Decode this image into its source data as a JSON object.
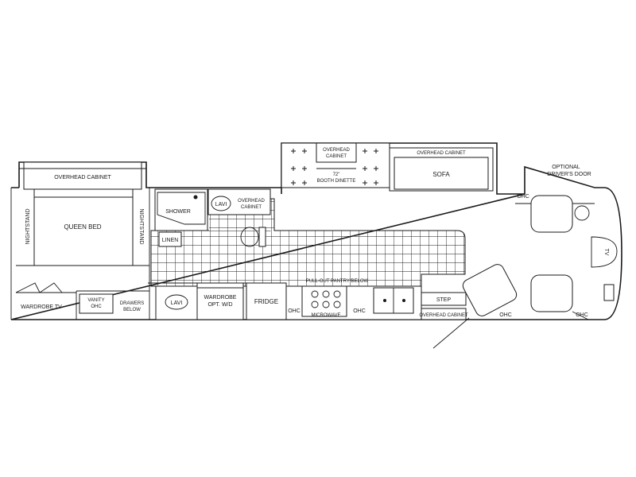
{
  "labels": {
    "overhead_cabinet_bedroom": "OVERHEAD CABINET",
    "queen_bed": "QUEEN BED",
    "nightstand_left": "NIGHTSTAND",
    "nightstand_right": "NIGHTSTAND",
    "wardrobe_tv": "WARDROBE TV",
    "vanity_ohc_1": "VANITY",
    "vanity_ohc_2": "OHC",
    "drawers_below_1": "DRAWERS",
    "drawers_below_2": "BELOW",
    "shower": "SHOWER",
    "linen": "LINEN",
    "lavi_bath": "LAVI",
    "lavi_hall": "LAVI",
    "overhead_cabinet_bath_1": "OVERHEAD",
    "overhead_cabinet_bath_2": "CABINET",
    "wardrobe_1": "WARDROBE",
    "wardrobe_2": "OPT. W/D",
    "fridge": "FRIDGE",
    "ohc_kitchen_1": "OHC",
    "ohc_kitchen_2": "OHC",
    "pullout_pantry": "PULL-OUT PANTRY/BELOW",
    "microwave": "MICROWAVE",
    "step": "STEP",
    "overhead_cabinet_entry": "OVERHEAD CABINET",
    "ohc_front_1": "OHC",
    "ohc_front_2": "OHC",
    "ohc_front_3": "OHC",
    "overhead_cabinet_dinette_1": "OVERHEAD",
    "overhead_cabinet_dinette_2": "CABINET",
    "booth_dinette_1": "72\"",
    "booth_dinette_2": "BOOTH DINETTE",
    "overhead_cabinet_sofa": "OVERHEAD CABINET",
    "sofa": "SOFA",
    "optional_door_1": "OPTIONAL",
    "optional_door_2": "DRIVER'S DOOR",
    "tv": "TV"
  }
}
